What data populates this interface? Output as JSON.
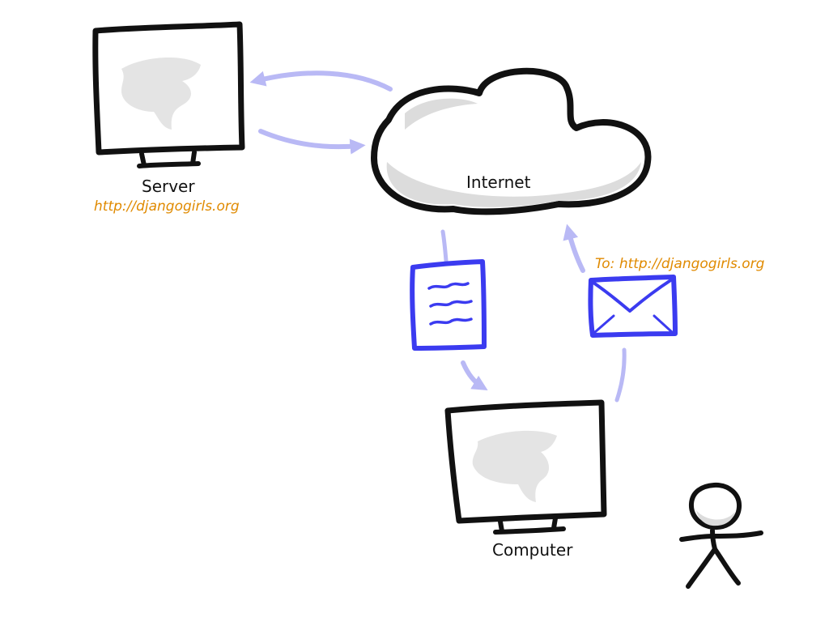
{
  "nodes": {
    "server": {
      "label": "Server",
      "url": "http://djangogirls.org"
    },
    "internet": {
      "label": "Internet"
    },
    "computer": {
      "label": "Computer"
    }
  },
  "request": {
    "address": "To: http://djangogirls.org",
    "icon": "envelope-icon"
  },
  "response": {
    "icon": "document-icon"
  },
  "user": {
    "icon": "stick-figure-icon"
  },
  "colors": {
    "outline": "#111111",
    "screen_fill": "#ffffff",
    "smudge": "#e4e4e4",
    "cloud_shade": "#dcdcdc",
    "arrow": "#b9b9f5",
    "icon_stroke": "#3b3bf0",
    "url_text": "#e08a00"
  }
}
